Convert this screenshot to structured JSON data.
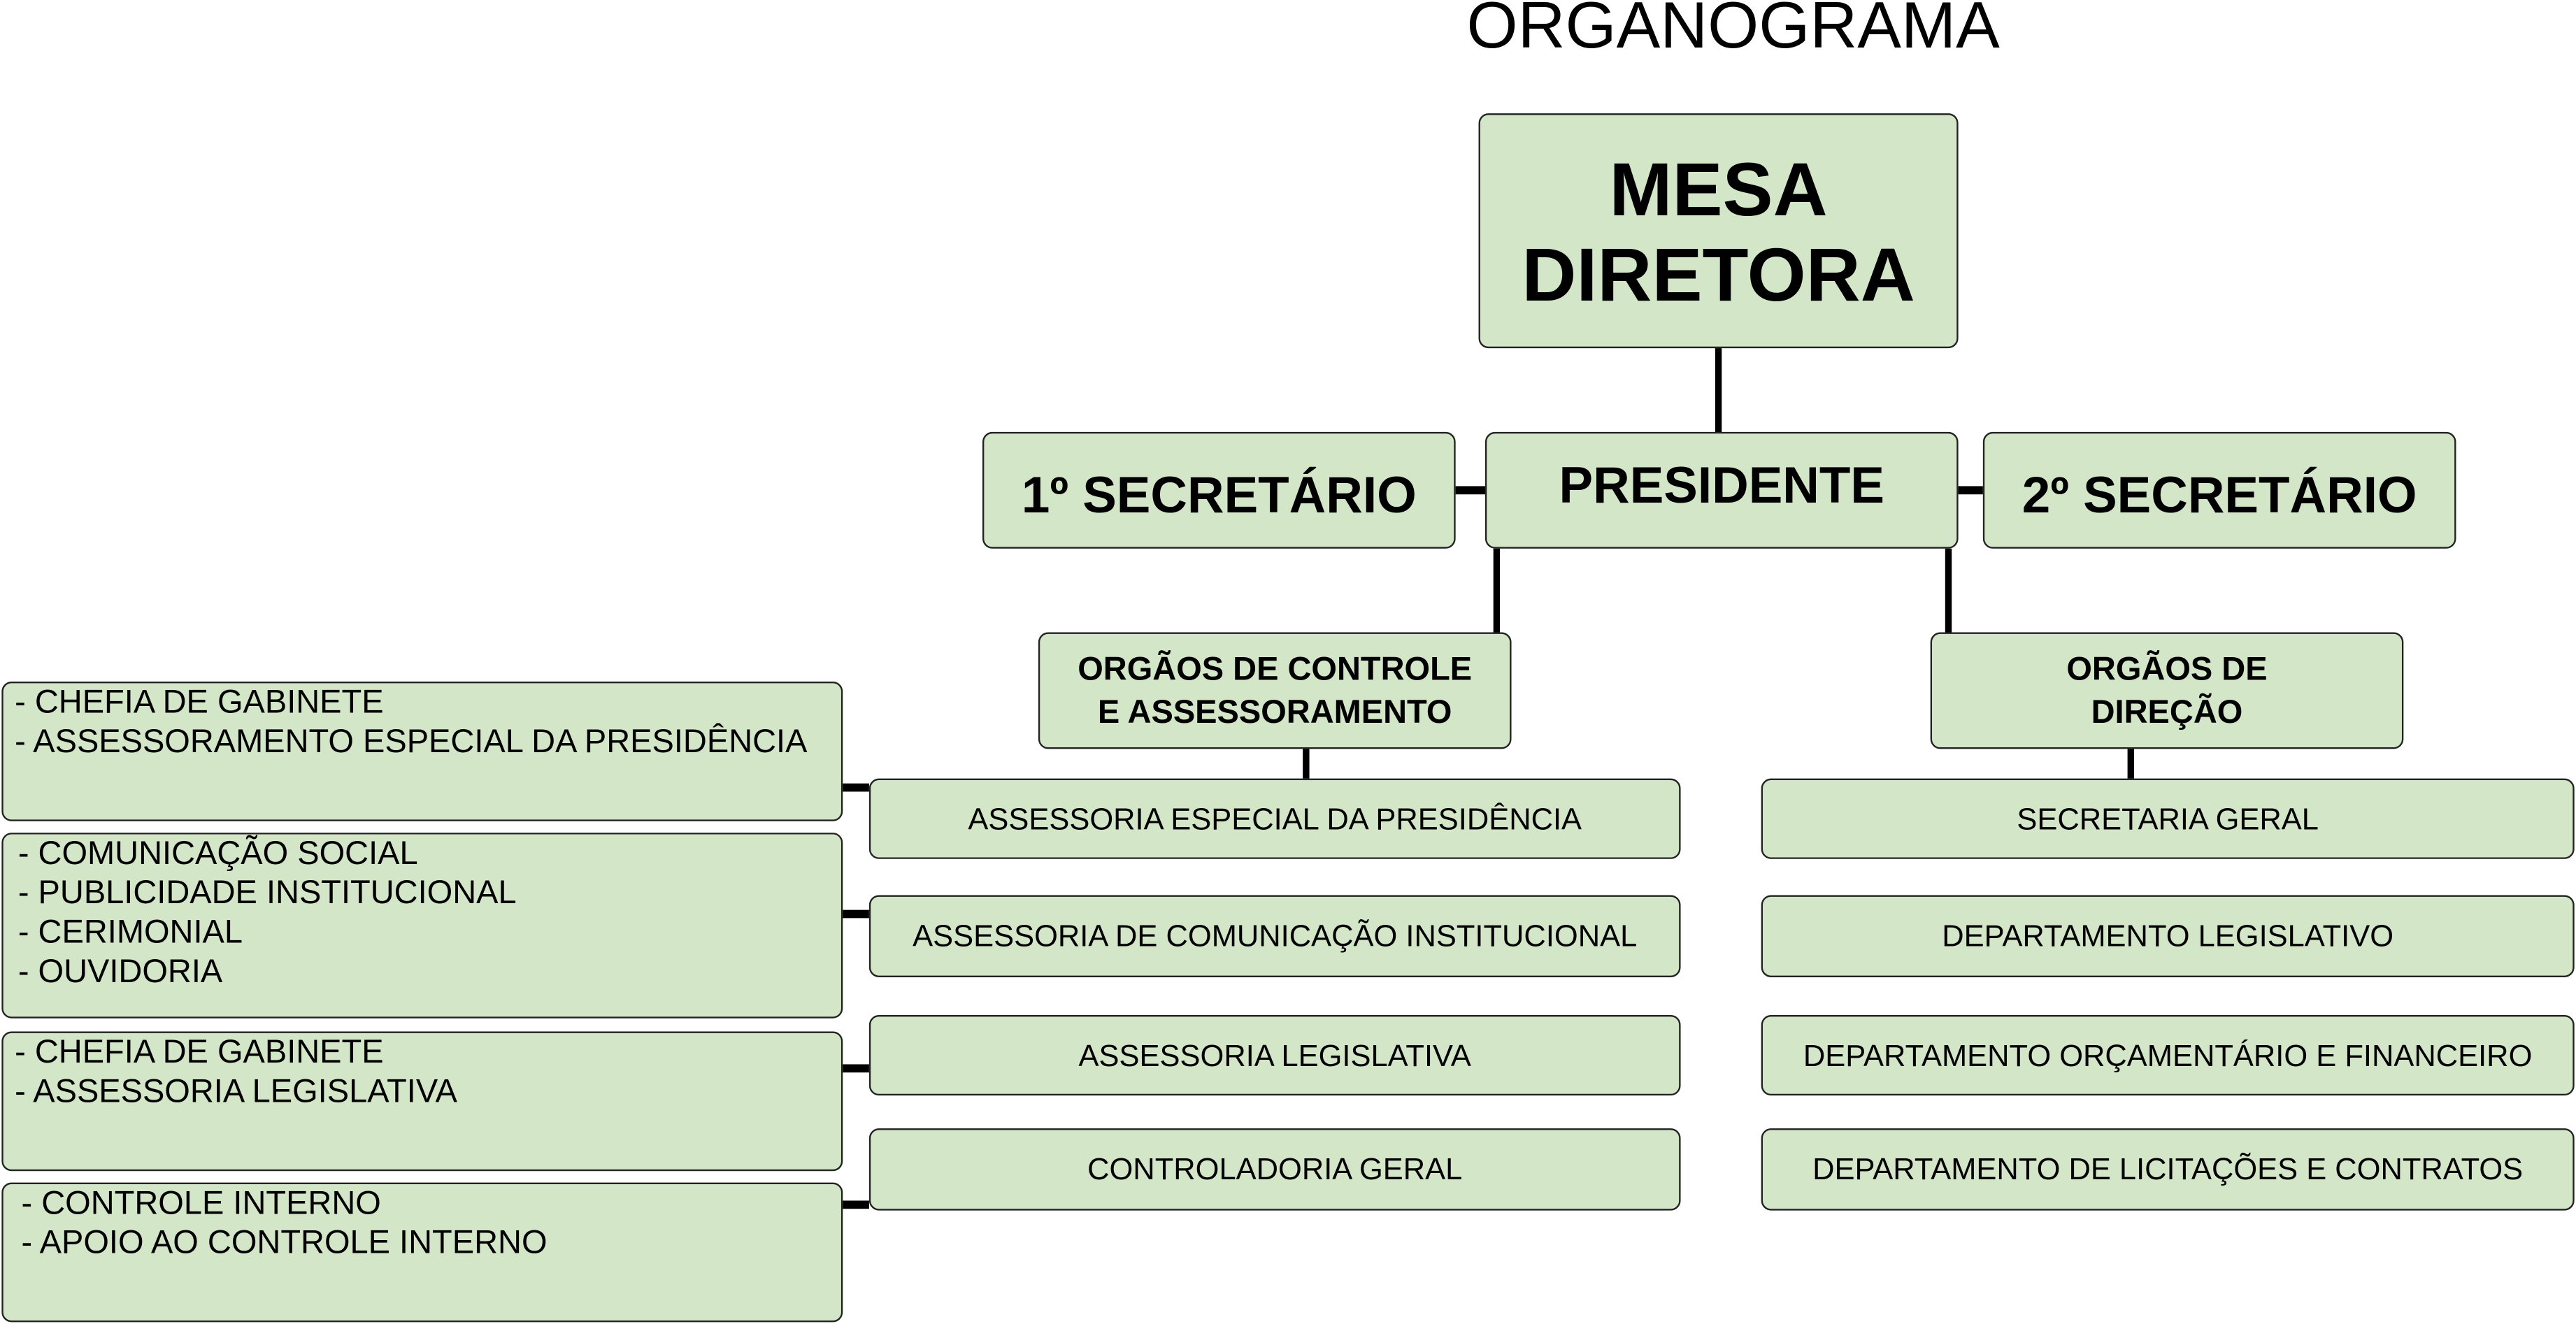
{
  "title": "ORGANOGRAMA",
  "mesa": "MESA DIRETORA",
  "mesa_lines": [
    "MESA",
    "DIRETORA"
  ],
  "first_secretary": "1º SECRETÁRIO",
  "president": "PRESIDENTE",
  "second_secretary": "2º SECRETÁRIO",
  "control_organs": [
    "ORGÃOS DE CONTROLE",
    "E ASSESSORAMENTO"
  ],
  "direction_organs": [
    "ORGÃOS DE",
    "DIREÇÃO"
  ],
  "control_units": [
    "ASSESSORIA ESPECIAL DA PRESIDÊNCIA",
    "ASSESSORIA DE COMUNICAÇÃO INSTITUCIONAL",
    "ASSESSORIA LEGISLATIVA",
    "CONTROLADORIA GERAL"
  ],
  "direction_units": [
    "SECRETARIA GERAL",
    "DEPARTAMENTO LEGISLATIVO",
    "DEPARTAMENTO ORÇAMENTÁRIO E FINANCEIRO",
    "DEPARTAMENTO DE LICITAÇÕES E CONTRATOS"
  ],
  "subunits": [
    [
      "- CHEFIA DE GABINETE",
      "- ASSESSORAMENTO ESPECIAL DA PRESIDÊNCIA"
    ],
    [
      "- COMUNICAÇÃO SOCIAL",
      "- PUBLICIDADE INSTITUCIONAL",
      "- CERIMONIAL",
      "- OUVIDORIA"
    ],
    [
      "- CHEFIA DE GABINETE",
      "- ASSESSORIA LEGISLATIVA"
    ],
    [
      "- CONTROLE INTERNO",
      "- APOIO AO CONTROLE INTERNO"
    ]
  ],
  "colors": {
    "box_fill": "#d3e6c8",
    "line": "#000000"
  }
}
